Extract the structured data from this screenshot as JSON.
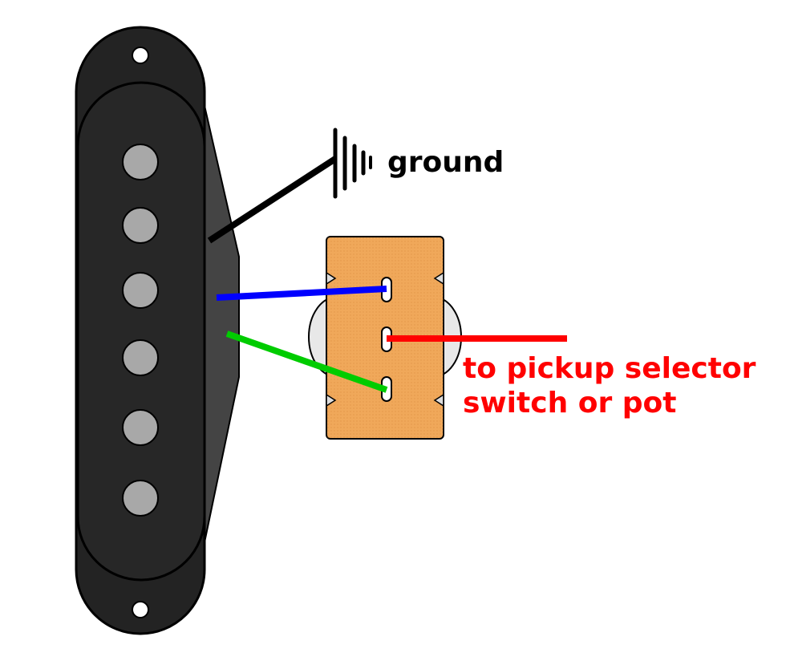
{
  "labels": {
    "ground": "ground",
    "destination_line1": "to pickup selector",
    "destination_line2": "switch or pot"
  },
  "components": {
    "pickup": {
      "pole_piece_count": 6,
      "mounting_hole_count": 2
    },
    "switch": {
      "lug_count": 3
    }
  },
  "wires": [
    {
      "name": "ground-wire",
      "color": "#000000"
    },
    {
      "name": "blue-wire",
      "color": "#0000ff"
    },
    {
      "name": "green-wire",
      "color": "#00cc00"
    },
    {
      "name": "red-wire",
      "color": "#ff0000"
    }
  ],
  "colors": {
    "pickup_body": "#232323",
    "pickup_side": "#444444",
    "pole_piece": "#a8a8a8",
    "switch_body": "#f0a85a",
    "label_red": "#ff0000"
  }
}
